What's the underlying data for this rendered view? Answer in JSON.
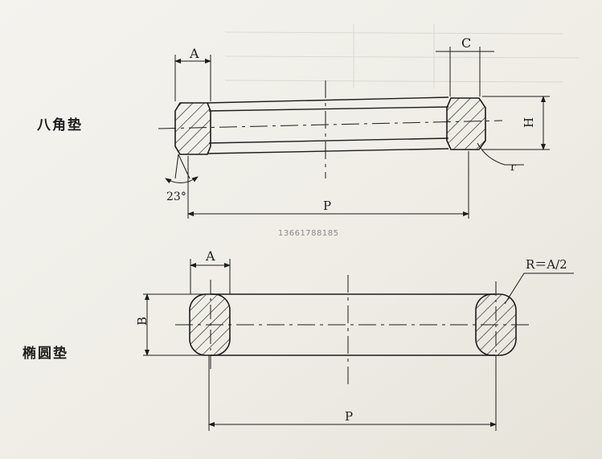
{
  "octagonal": {
    "title": "八角垫",
    "dims": {
      "A": "A",
      "C": "C",
      "H": "H",
      "P": "P",
      "r": "r",
      "angle": "23°"
    }
  },
  "oval": {
    "title": "椭圆垫",
    "dims": {
      "A": "A",
      "B": "B",
      "P": "P",
      "R": "R＝A/2"
    }
  },
  "watermark": "13661788185",
  "colors": {
    "paper": "#f1efe8",
    "ink": "#1c1c1c",
    "shadow": "#d9d6cc"
  }
}
